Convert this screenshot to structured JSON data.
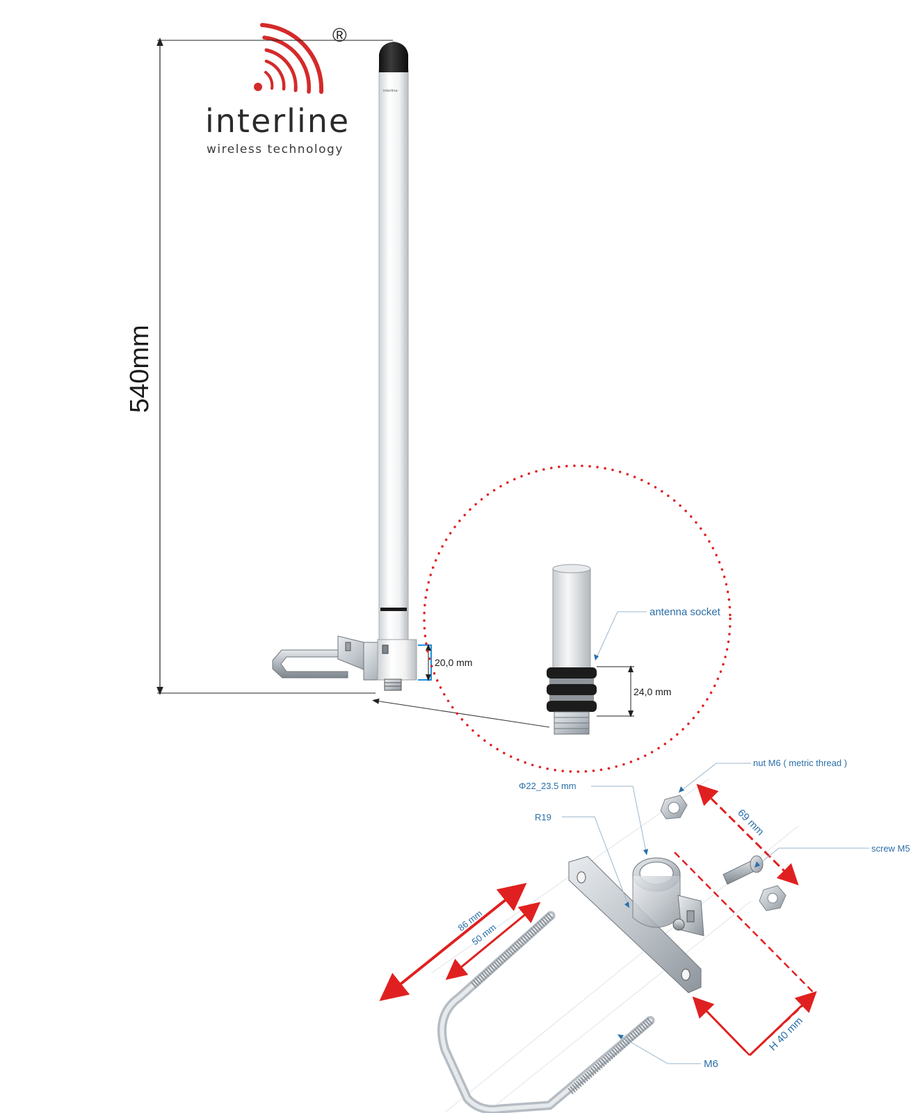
{
  "brand": {
    "name": "interline",
    "tagline": "wireless technology",
    "registered_mark": "®",
    "colors": {
      "waves": "#d42a2a",
      "text": "#2b2b2b"
    }
  },
  "antenna": {
    "height_label": "540mm",
    "mount_height_label": "20,0 mm",
    "cap_brand": "interline"
  },
  "socket_detail": {
    "title": "antenna socket",
    "height_label": "24,0 mm",
    "circle_color": "#e02020"
  },
  "bracket_detail": {
    "labels": {
      "nut": "nut M6 ( metric thread )",
      "diameter": "Φ22_23.5 mm",
      "radius": "R19",
      "screw": "screw M5",
      "ubolt_thread": "M6",
      "ubolt_length_outer": "86 mm",
      "ubolt_length_inner": "50 mm",
      "bolt_spacing": "69 mm",
      "bracket_height": "H 40 mm"
    },
    "colors": {
      "dimension": "#e02020",
      "label": "#2a6fa8"
    }
  }
}
